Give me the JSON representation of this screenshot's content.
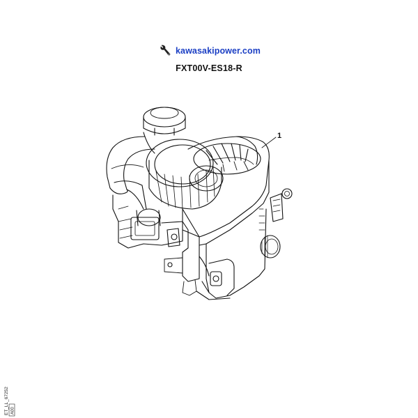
{
  "header": {
    "icon": "wrench-icon",
    "brand_url": "kawasakipower.com",
    "model_code": "FXT00V-ES18-R"
  },
  "diagram": {
    "callouts": [
      {
        "label": "1"
      }
    ]
  },
  "side_code": {
    "line1": "ET_LL_67252",
    "line2": "A00"
  },
  "colors": {
    "brand_link": "#1b3fc4",
    "line_art": "#111111",
    "background": "#ffffff"
  }
}
